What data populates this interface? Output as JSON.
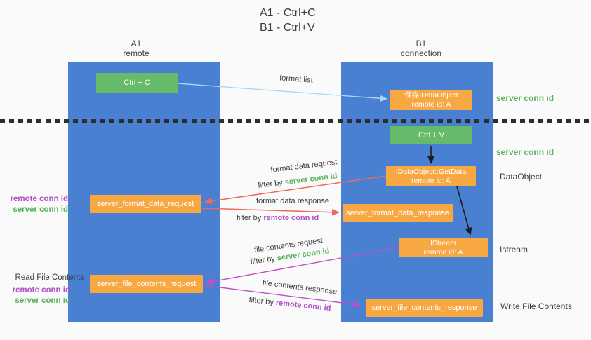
{
  "title": {
    "line1": "A1 - Ctrl+C",
    "line2": "B1 - Ctrl+V"
  },
  "lanes": {
    "left": {
      "name": "A1",
      "role": "remote"
    },
    "right": {
      "name": "B1",
      "role": "connection"
    }
  },
  "nodes": {
    "ctrl_c": {
      "label": "Ctrl + C"
    },
    "ctrl_v": {
      "label": "Ctrl + V"
    },
    "save_dataobject": {
      "line1": "保存IDataObject",
      "line2": "remote id: A"
    },
    "getdata": {
      "line1": "IDataObject::GetData",
      "line2": "remote id: A"
    },
    "istream": {
      "line1": "IStream",
      "line2": "remote id: A"
    },
    "format_request": {
      "label": "server_format_data_request"
    },
    "format_response": {
      "label": "server_format_data_response"
    },
    "file_request": {
      "label": "server_file_contents_request"
    },
    "file_response": {
      "label": "server_file_contents_response"
    }
  },
  "arrow_labels": {
    "format_list": "format list",
    "format_data_request": "format data request",
    "format_data_response": "format data response",
    "file_contents_request": "file contents request",
    "file_contents_response": "file contents response",
    "filter_by": "filter by",
    "server_conn_id": "server conn id",
    "remote_conn_id": "remote conn id"
  },
  "side_labels": {
    "server_conn_id_top": "server conn id",
    "server_conn_id_mid": "server conn id",
    "dataobject": "DataObject",
    "istream": "Istream",
    "write_file_contents": "Write File Contents",
    "read_file_contents": "Read File Contents",
    "remote_conn_id_format": "remote conn id",
    "server_conn_id_format": "server conn id",
    "remote_conn_id_file": "remote conn id",
    "server_conn_id_file": "server conn id"
  },
  "colors": {
    "lane_blue": "#4a80d2",
    "node_green": "#66bb6a",
    "node_orange": "#f8a843",
    "conn_green": "#57b25b",
    "conn_purple": "#b24fc8",
    "arrow_red": "#ed6a5a",
    "arrow_magenta": "#bf50c6",
    "arrow_blue": "#aad6f2",
    "arrow_black": "#1c1c1c"
  }
}
